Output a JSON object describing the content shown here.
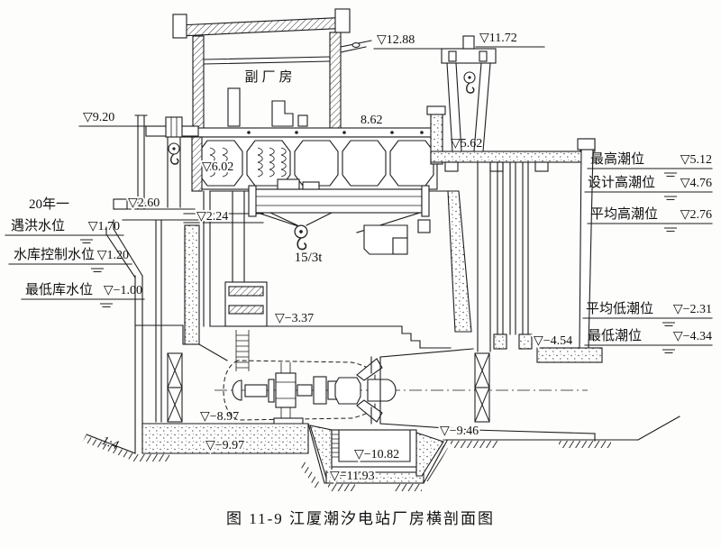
{
  "figure_caption": "图 11-9  江厦潮汐电站厂房横剖面图",
  "building": {
    "aux_plant_label": "副厂房",
    "crane_capacity_label": "15/3t",
    "slope_label": "1:4"
  },
  "elevation_marks": {
    "roof_canopy": "▽12.88",
    "gantry_crane_top": "▽11.72",
    "left_hoist_platform": "▽9.20",
    "upper_floor": "8.62",
    "hall_ceiling": "▽6.02",
    "downstream_deck": "▽5.62",
    "upstream_deck": "▽2.60",
    "upstream_slab": "▽2.24",
    "hall_floor": "▽−3.37",
    "outlet_apron": "▽−4.54",
    "foundation_top": "▽−8.97",
    "foundation_bottom": "▽−9.97",
    "downstream_bed": "▽−9.46",
    "sump_floor": "▽−10.82",
    "excavation_bottom": "▽−11.93"
  },
  "reservoir_levels": [
    {
      "label_line1": "20年一",
      "label_line2": "遇洪水位",
      "value": "▽1.70"
    },
    {
      "label": "水库控制水位",
      "value": "▽1.20"
    },
    {
      "label": "最低库水位",
      "value": "▽−1.00"
    }
  ],
  "tide_levels": [
    {
      "label": "最高潮位",
      "value": "▽5.12"
    },
    {
      "label": "设计高潮位",
      "value": "▽4.76"
    },
    {
      "label": "平均高潮位",
      "value": "▽2.76"
    },
    {
      "label": "平均低潮位",
      "value": "▽−2.31"
    },
    {
      "label": "最低潮位",
      "value": "▽−4.34"
    }
  ]
}
